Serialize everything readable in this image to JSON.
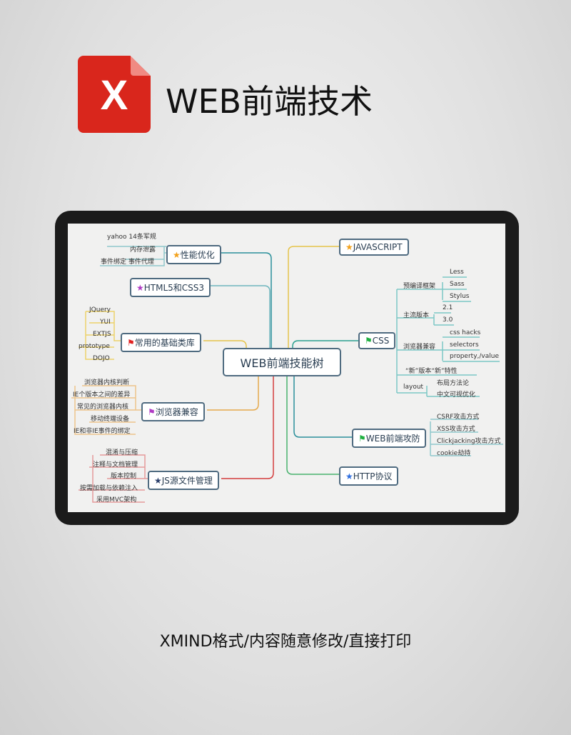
{
  "title": "WEB前端技术",
  "logo": {
    "icon": "xmind-x-icon",
    "letter": "X",
    "color": "#d9261c"
  },
  "footer": "XMIND格式/内容随意修改/直接打印",
  "mindmap": {
    "center": "WEB前端技能树",
    "left": [
      {
        "label": "性能优化",
        "marker": "star-orange",
        "children": [
          "yahoo 14条军规",
          "内存泄露",
          "事件绑定 事件代理"
        ]
      },
      {
        "label": "HTML5和CSS3",
        "marker": "star-purple",
        "children": []
      },
      {
        "label": "常用的基础类库",
        "marker": "flag-red",
        "children": [
          "JQuery",
          "YUI",
          "EXTJS",
          "prototype",
          "DOJO"
        ]
      },
      {
        "label": "浏览器兼容",
        "marker": "flag-purple",
        "children": [
          "浏览器内核判断",
          "IE个版本之间的差异",
          "常见的浏览器内核",
          "移动终端设备",
          "IE和非IE事件的绑定"
        ]
      },
      {
        "label": "JS源文件管理",
        "marker": "star-navy",
        "children": [
          "混淆与压缩",
          "注释与文档管理",
          "版本控制",
          "按需加载与依赖注入",
          "采用MVC架构"
        ]
      }
    ],
    "right": [
      {
        "label": "JAVASCRIPT",
        "marker": "star-orange",
        "children": []
      },
      {
        "label": "CSS",
        "marker": "flag-green",
        "children": [
          {
            "label": "预编译框架",
            "children": [
              "Less",
              "Sass",
              "Stylus"
            ]
          },
          {
            "label": "主流版本",
            "children": [
              "2.1",
              "3.0"
            ]
          },
          {
            "label": "浏览器兼容",
            "children": [
              "css hacks",
              "selectors",
              "property,/value"
            ]
          },
          {
            "label": "“新”版本“新”特性",
            "children": []
          },
          {
            "label": "layout",
            "children": [
              "布局方法论",
              "中文可视优化"
            ]
          }
        ]
      },
      {
        "label": "WEB前端攻防",
        "marker": "flag-green",
        "children": [
          "CSRF攻击方式",
          "XSS攻击方式",
          "Clickjacking攻击方式",
          "cookie劫持"
        ]
      },
      {
        "label": "HTTP协议",
        "marker": "star-blue",
        "children": []
      }
    ]
  }
}
